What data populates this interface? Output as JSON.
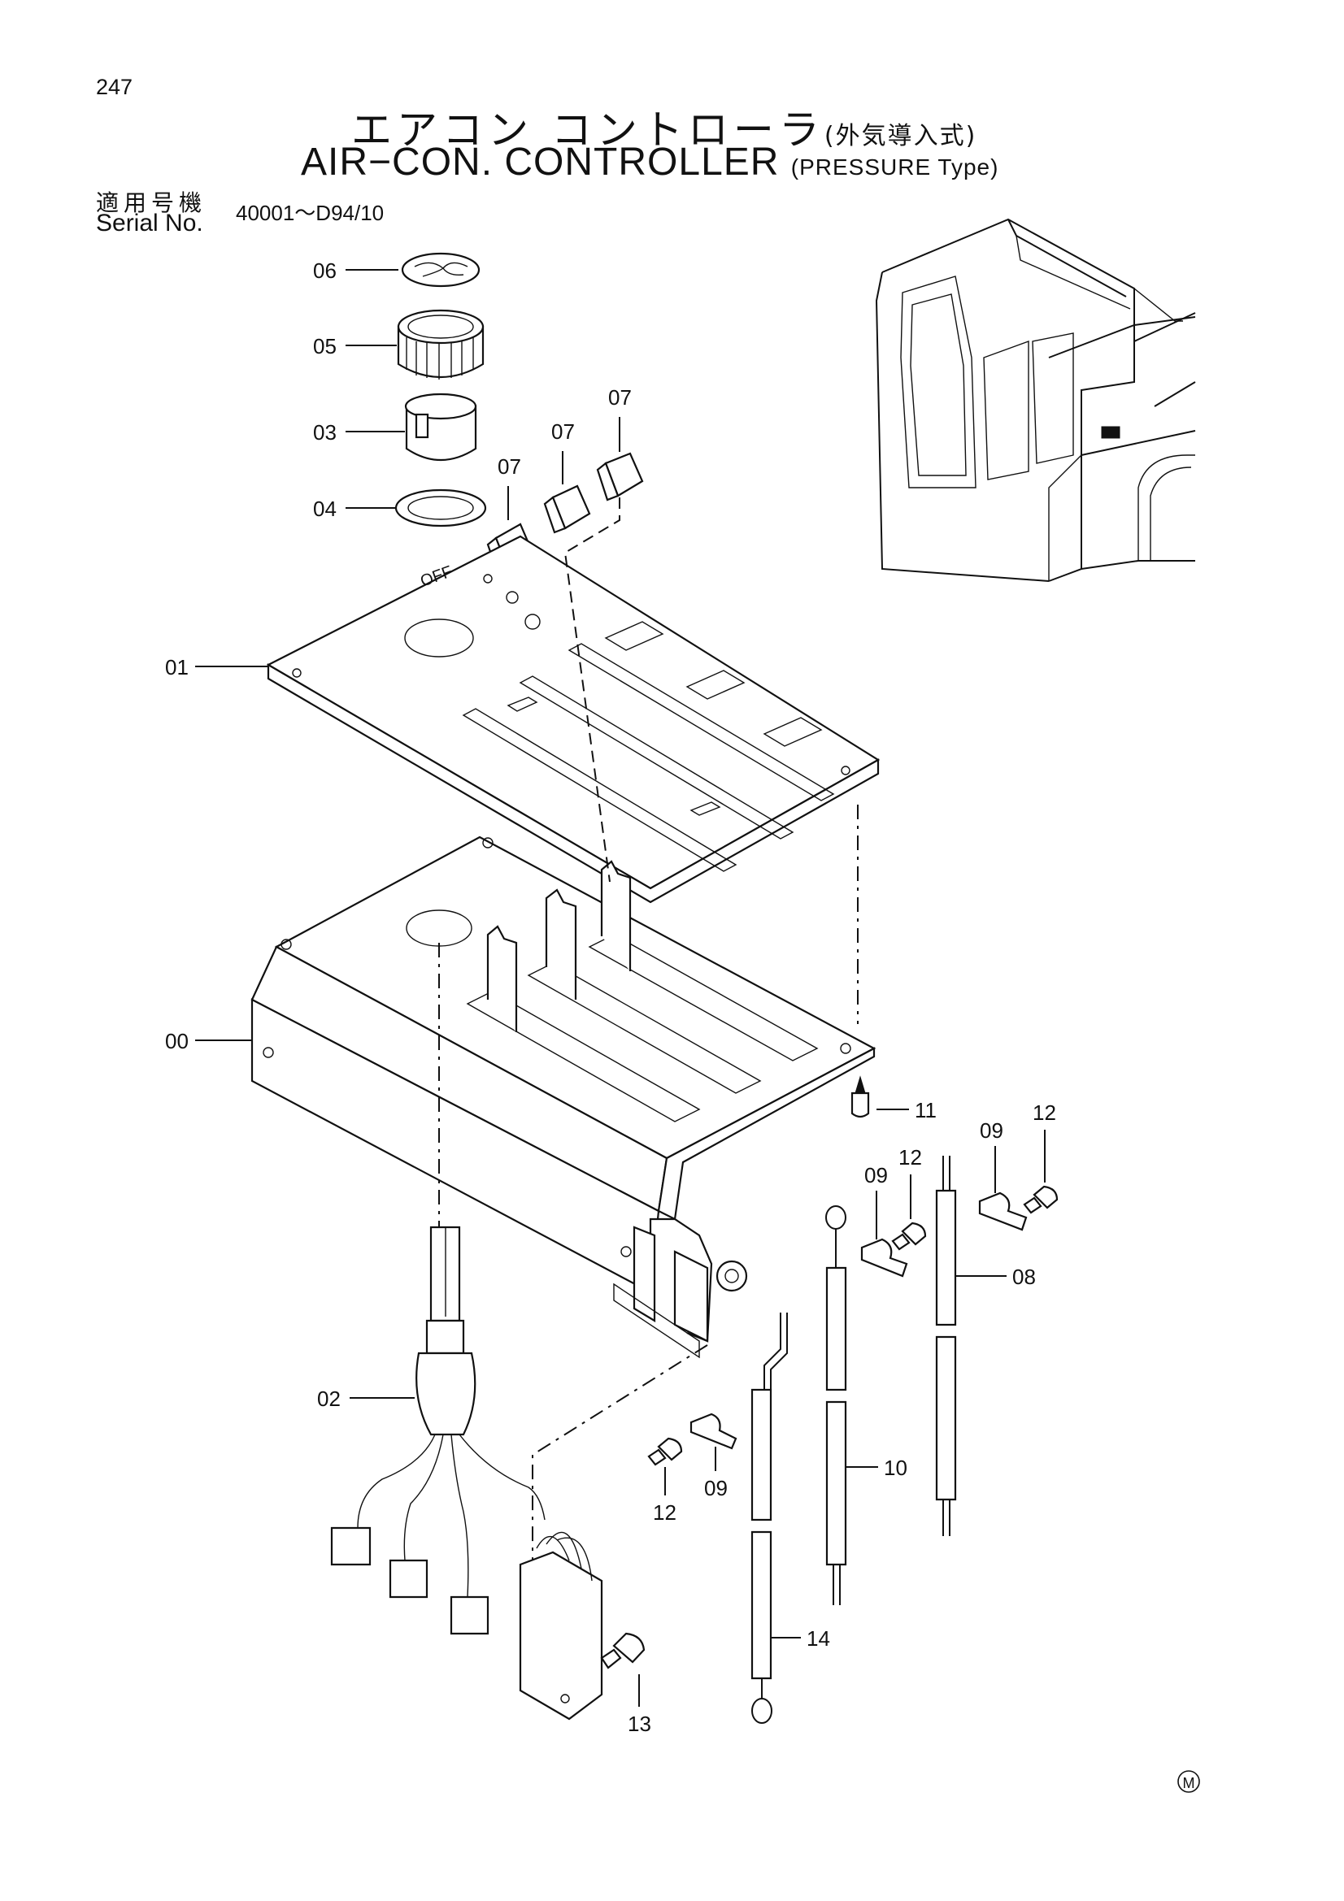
{
  "page_number": "247",
  "title_jp": "エアコン コントローラ",
  "title_jp_sub": "(外気導入式)",
  "title_en": "AIR−CON. CONTROLLER",
  "title_en_sub": "(PRESSURE Type)",
  "serial_label_jp": "適用号機",
  "serial_label_en": "Serial No.",
  "serial_range": "40001～D94/10",
  "callouts": [
    "06",
    "05",
    "03",
    "04",
    "07",
    "07",
    "07",
    "01",
    "00",
    "02",
    "11",
    "09",
    "12",
    "09",
    "12",
    "08",
    "12",
    "09",
    "10",
    "13",
    "14"
  ],
  "mark": "M"
}
